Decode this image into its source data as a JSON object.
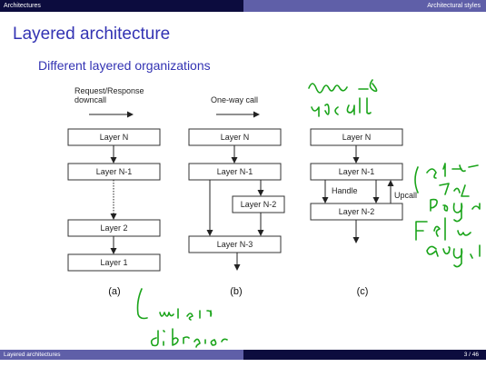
{
  "header": {
    "left": "Architectures",
    "right": "Architectural styles"
  },
  "slide": {
    "title": "Layered architecture",
    "subtitle": "Different layered organizations"
  },
  "diagram_a": {
    "call_label_line1": "Request/Response",
    "call_label_line2": "downcall",
    "layers": [
      "Layer N",
      "Layer N-1",
      "Layer 2",
      "Layer 1"
    ],
    "caption": "(a)"
  },
  "diagram_b": {
    "call_label": "One-way call",
    "layers": [
      "Layer N",
      "Layer N-1",
      "Layer N-2",
      "Layer N-3"
    ],
    "caption": "(b)"
  },
  "diagram_c": {
    "layers": [
      "Layer N",
      "Layer N-1",
      "Layer N-2"
    ],
    "handle_label": "Handle",
    "upcall_label": "Upcall",
    "caption": "(c)"
  },
  "annotation_color": "#1aa41a",
  "footer": {
    "left": "Layered architectures",
    "right": "3 / 46"
  }
}
